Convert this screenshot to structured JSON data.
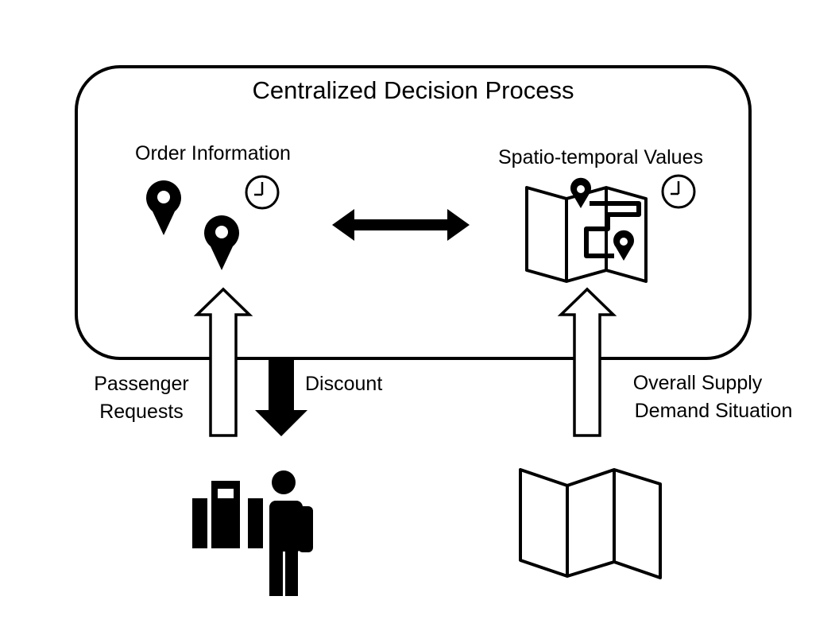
{
  "diagram": {
    "title": "Centralized Decision Process",
    "order_information": "Order Information",
    "spatio_temporal_values": "Spatio-temporal Values",
    "passenger_requests_line1": "Passenger",
    "passenger_requests_line2": "Requests",
    "discount": "Discount",
    "supply_demand_line1": "Overall Supply",
    "supply_demand_line2": "Demand Situation"
  },
  "icons": [
    "location-pin-icon",
    "clock-icon",
    "map-icon",
    "passenger-luggage-icon"
  ],
  "colors": {
    "stroke": "#000000",
    "background": "#ffffff"
  }
}
